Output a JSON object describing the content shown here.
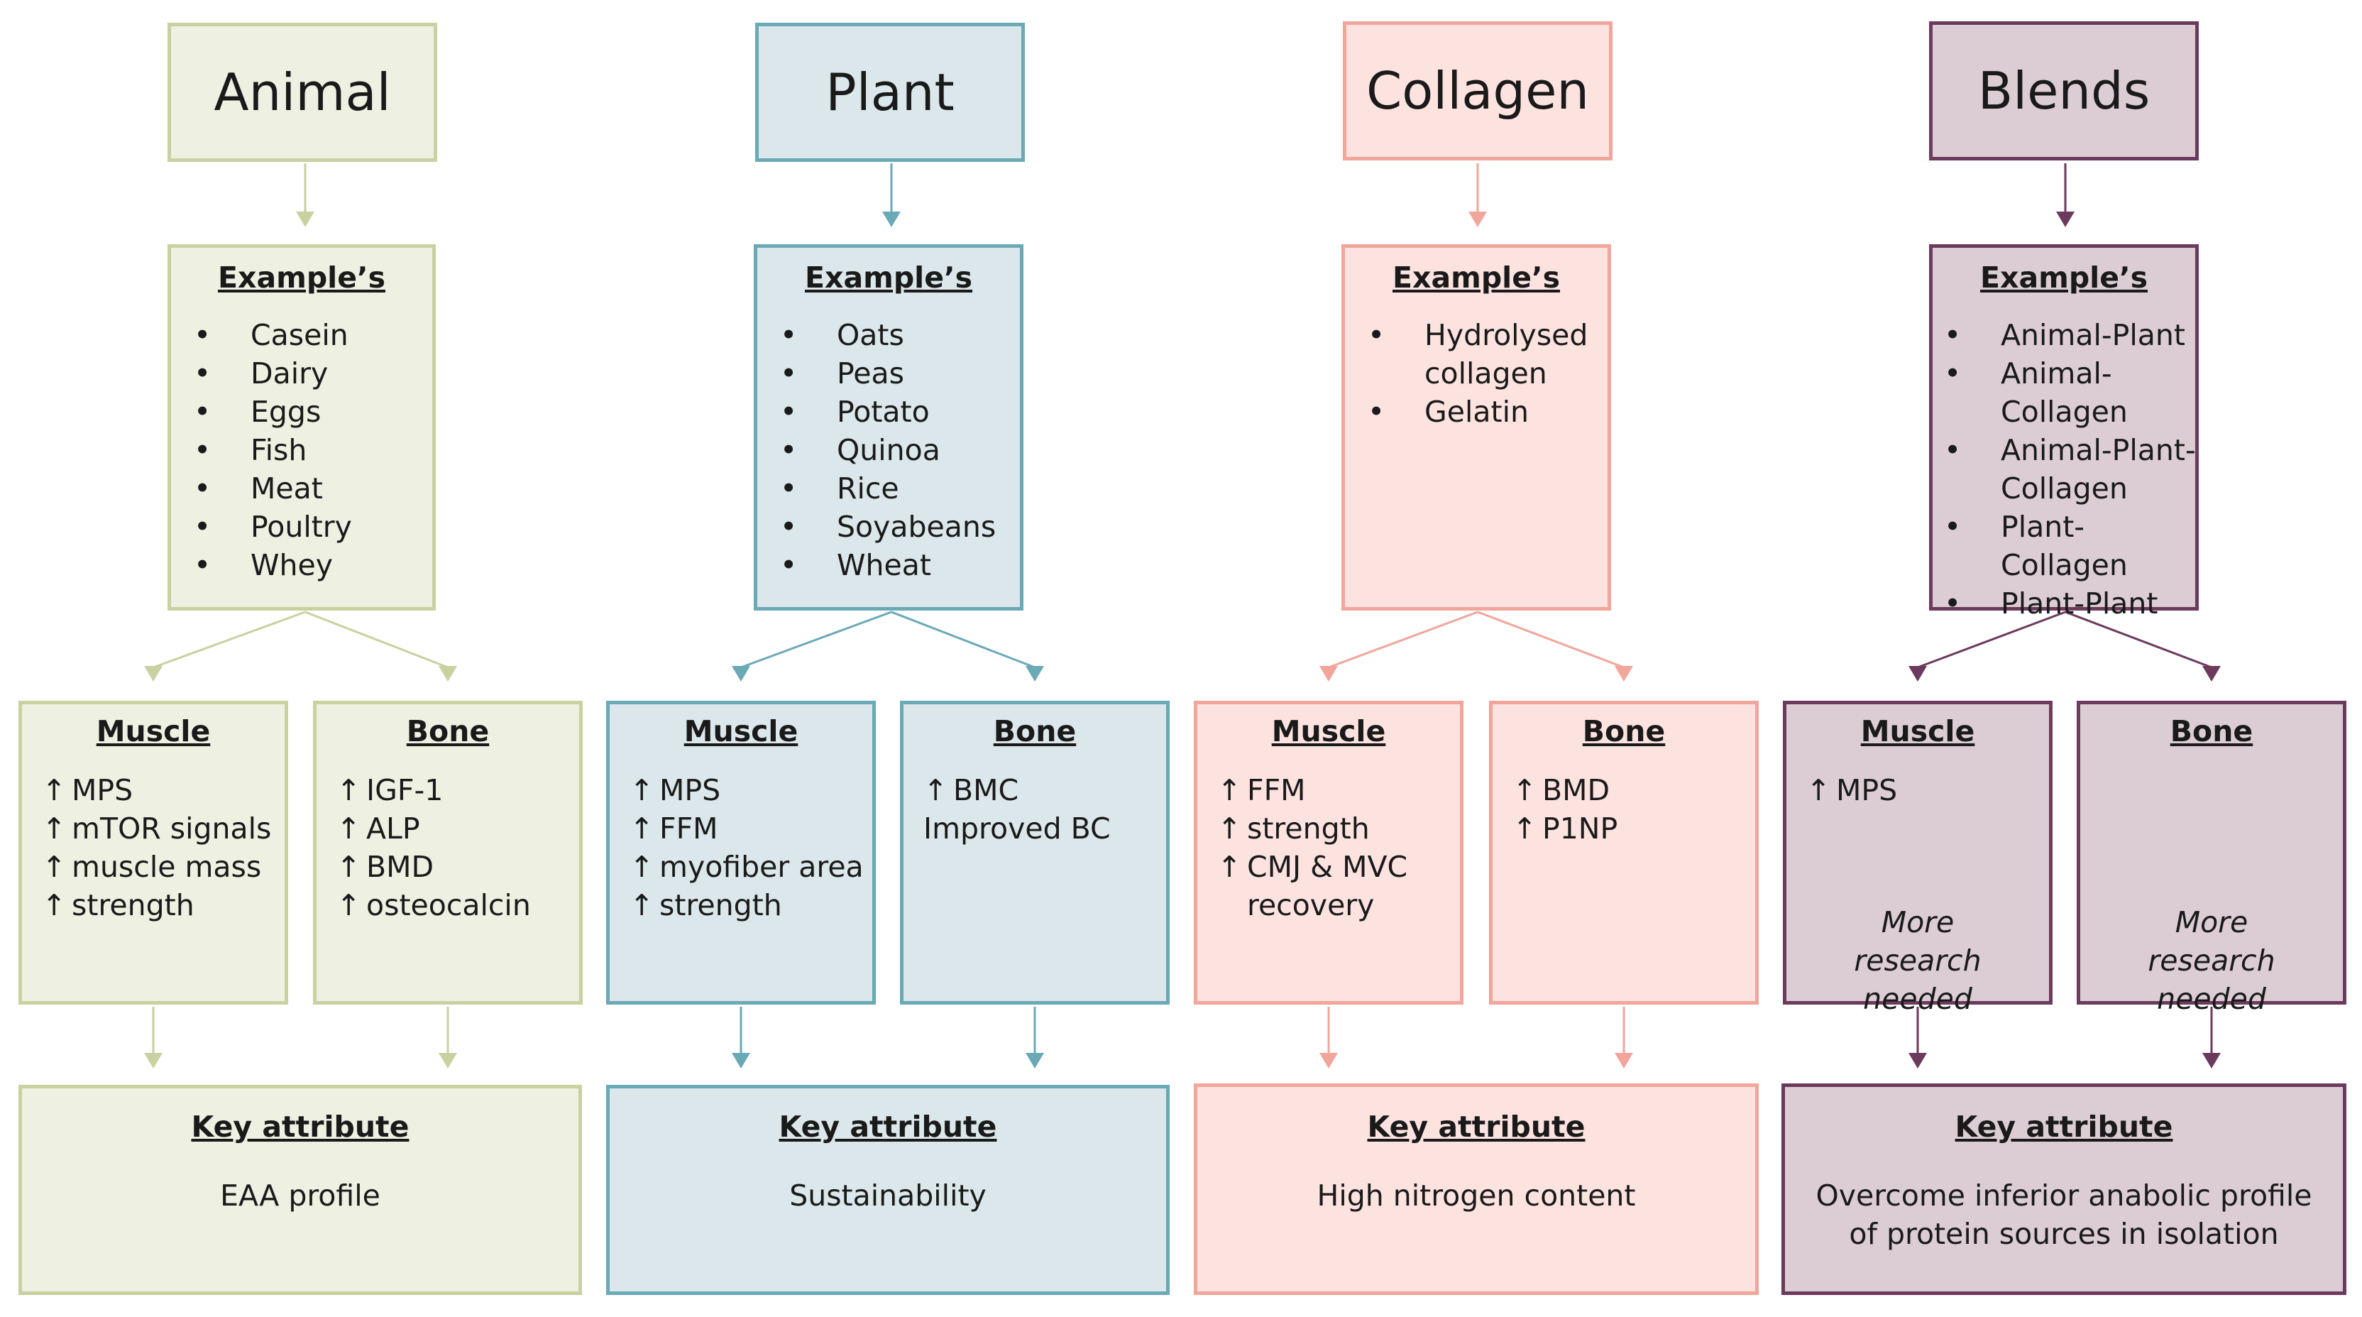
{
  "columns": [
    {
      "id": "animal",
      "title": "Animal",
      "colors": {
        "fill": "#eef0e2",
        "border": "#c9d1a0",
        "arrow": "#c9d1a0"
      },
      "examples_heading": "Example’s",
      "examples": [
        "Casein",
        "Dairy",
        "Eggs",
        "Fish",
        "Meat",
        "Poultry",
        "Whey"
      ],
      "muscle": {
        "heading": "Muscle",
        "effects": [
          "MPS",
          "mTOR signals",
          "muscle mass",
          "strength"
        ]
      },
      "bone": {
        "heading": "Bone",
        "effects": [
          "IGF-1",
          "ALP",
          "BMD",
          "osteocalcin"
        ]
      },
      "key": {
        "heading": "Key attribute",
        "text": "EAA profile"
      }
    },
    {
      "id": "plant",
      "title": "Plant",
      "colors": {
        "fill": "#dbe7ea",
        "border": "#6aa9b6",
        "arrow": "#6aa9b6"
      },
      "examples_heading": "Example’s",
      "examples": [
        "Oats",
        "Peas",
        "Potato",
        "Quinoa",
        "Rice",
        "Soyabeans",
        "Wheat"
      ],
      "muscle": {
        "heading": "Muscle",
        "effects": [
          "MPS",
          "FFM",
          "myofiber area",
          "strength"
        ]
      },
      "bone": {
        "heading": "Bone",
        "effects": [
          "BMC"
        ],
        "plain": "Improved BC"
      },
      "key": {
        "heading": "Key attribute",
        "text": "Sustainability"
      }
    },
    {
      "id": "collagen",
      "title": "Collagen",
      "colors": {
        "fill": "#fde3e0",
        "border": "#f1a59b",
        "arrow": "#f1a59b"
      },
      "examples_heading": "Example’s",
      "examples": [
        "Hydrolysed collagen",
        "Gelatin"
      ],
      "muscle": {
        "heading": "Muscle",
        "effects": [
          "FFM",
          "strength",
          "CMJ & MVC"
        ],
        "continuation": "recovery"
      },
      "bone": {
        "heading": "Bone",
        "effects": [
          "BMD",
          "P1NP"
        ]
      },
      "key": {
        "heading": "Key attribute",
        "text": "High nitrogen content"
      }
    },
    {
      "id": "blends",
      "title": "Blends",
      "colors": {
        "fill": "#dccdd4",
        "border": "#6b3a5c",
        "arrow": "#6b3a5c"
      },
      "examples_heading": "Example’s",
      "examples": [
        "Animal-Plant",
        "Animal-Collagen",
        "Animal-Plant-Collagen",
        "Plant-Collagen",
        "Plant-Plant"
      ],
      "muscle": {
        "heading": "Muscle",
        "effects": [
          "MPS"
        ],
        "note": "More research needed"
      },
      "bone": {
        "heading": "Bone",
        "effects": [],
        "note": "More research needed"
      },
      "key": {
        "heading": "Key attribute",
        "text": "Overcome inferior anabolic profile of protein sources in isolation"
      }
    }
  ],
  "up_arrow_glyph": "↑",
  "bullet_glyph": "•"
}
